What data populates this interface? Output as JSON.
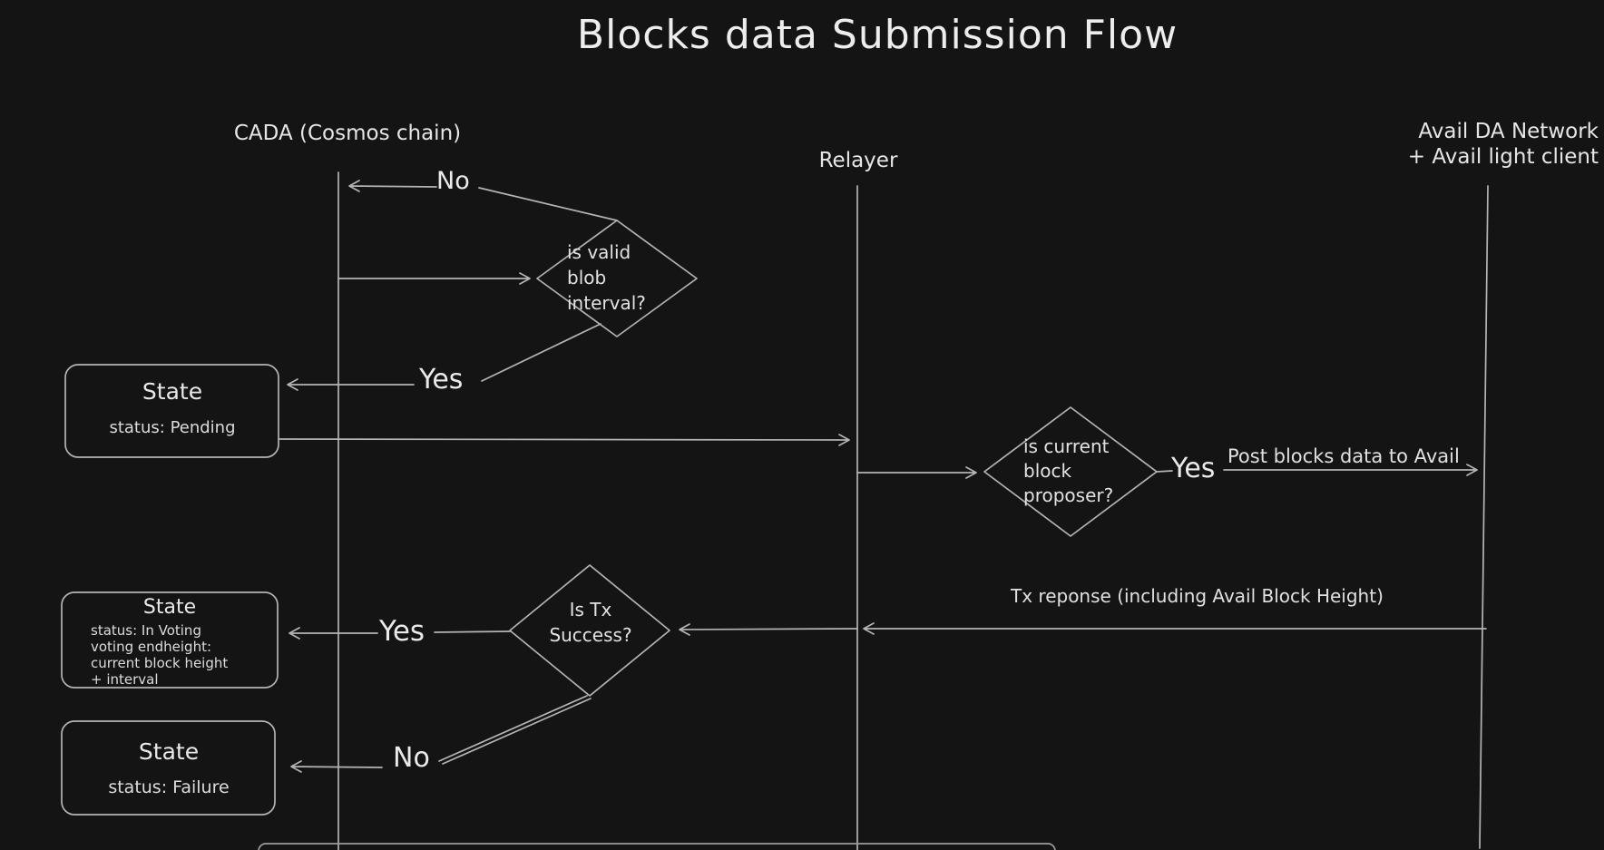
{
  "title": "Blocks data Submission Flow",
  "actors": {
    "cada": "CADA (Cosmos chain)",
    "relayer": "Relayer",
    "avail_line1": "Avail DA Network",
    "avail_line2": "+ Avail light client"
  },
  "decisions": {
    "valid_blob": {
      "l1": "is valid",
      "l2": "blob",
      "l3": "interval?"
    },
    "proposer": {
      "l1": "is current",
      "l2": "block",
      "l3": "proposer?"
    },
    "tx_success": {
      "l1": "Is Tx",
      "l2": "Success?"
    }
  },
  "states": {
    "pending": {
      "title": "State",
      "status": "status: Pending"
    },
    "in_voting": {
      "title": "State",
      "l1": "status: In Voting",
      "l2": "voting endheight:",
      "l3": "current block height",
      "l4": "+ interval"
    },
    "failure": {
      "title": "State",
      "status": "status: Failure"
    }
  },
  "labels": {
    "no_invalid": "No",
    "yes_valid": "Yes",
    "yes_proposer": "Yes",
    "post_blocks": "Post blocks data to Avail",
    "tx_response": "Tx reponse (including Avail Block Height)",
    "yes_success": "Yes",
    "no_success": "No"
  },
  "colors": {
    "background": "#141415",
    "stroke": "#b4b4b4",
    "text": "#e6e6e6"
  }
}
